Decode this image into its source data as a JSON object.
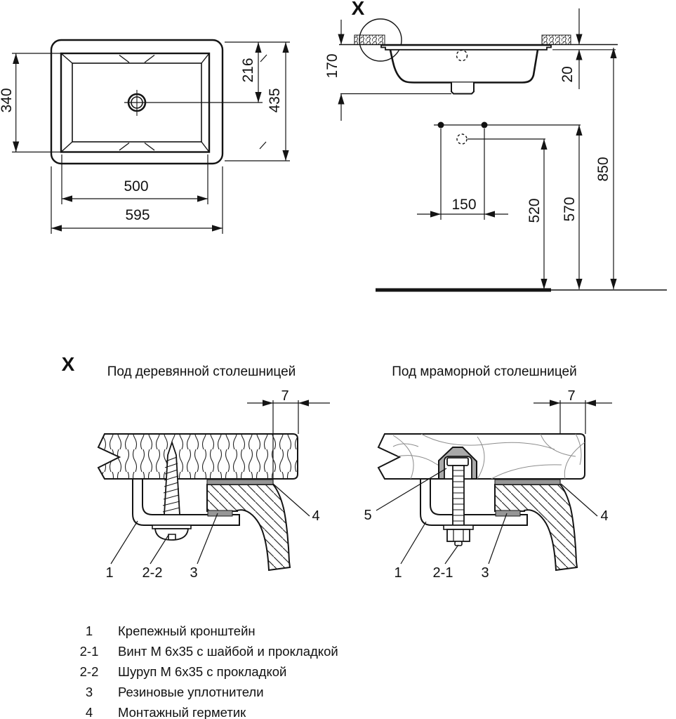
{
  "top_view": {
    "dim_inner_height": "340",
    "dim_drain_offset": "216",
    "dim_outer_height": "435",
    "dim_inner_width": "500",
    "dim_outer_width": "595"
  },
  "side_view": {
    "detail_label": "X",
    "dim_depth": "170",
    "dim_rim_drop": "20",
    "dim_hole_spacing": "150",
    "dim_drain_height": "520",
    "dim_holes_height": "570",
    "dim_top_height": "850"
  },
  "details": {
    "marker": "X",
    "wood": {
      "title": "Под деревянной столешницей",
      "dim_gap": "7",
      "callout_bracket": "1",
      "callout_screw": "2-2",
      "callout_gasket": "3",
      "callout_sealant": "4"
    },
    "marble": {
      "title": "Под мраморной столешницей",
      "dim_gap": "7",
      "callout_anchor": "5",
      "callout_bracket": "1",
      "callout_bolt": "2-1",
      "callout_gasket": "3",
      "callout_sealant": "4"
    }
  },
  "legend": {
    "items": [
      {
        "num": "1",
        "text": "Крепежный кронштейн"
      },
      {
        "num": "2-1",
        "text": "Винт М 6х35 с шайбой и прокладкой"
      },
      {
        "num": "2-2",
        "text": "Шуруп М 6х35 с прокладкой"
      },
      {
        "num": "3",
        "text": "Резиновые уплотнители"
      },
      {
        "num": "4",
        "text": "Монтажный герметик"
      }
    ]
  },
  "colors": {
    "line": "#141414",
    "sealant_strip": "#969696",
    "anchor_fill": "#a9a9a9",
    "background": "#ffffff"
  }
}
